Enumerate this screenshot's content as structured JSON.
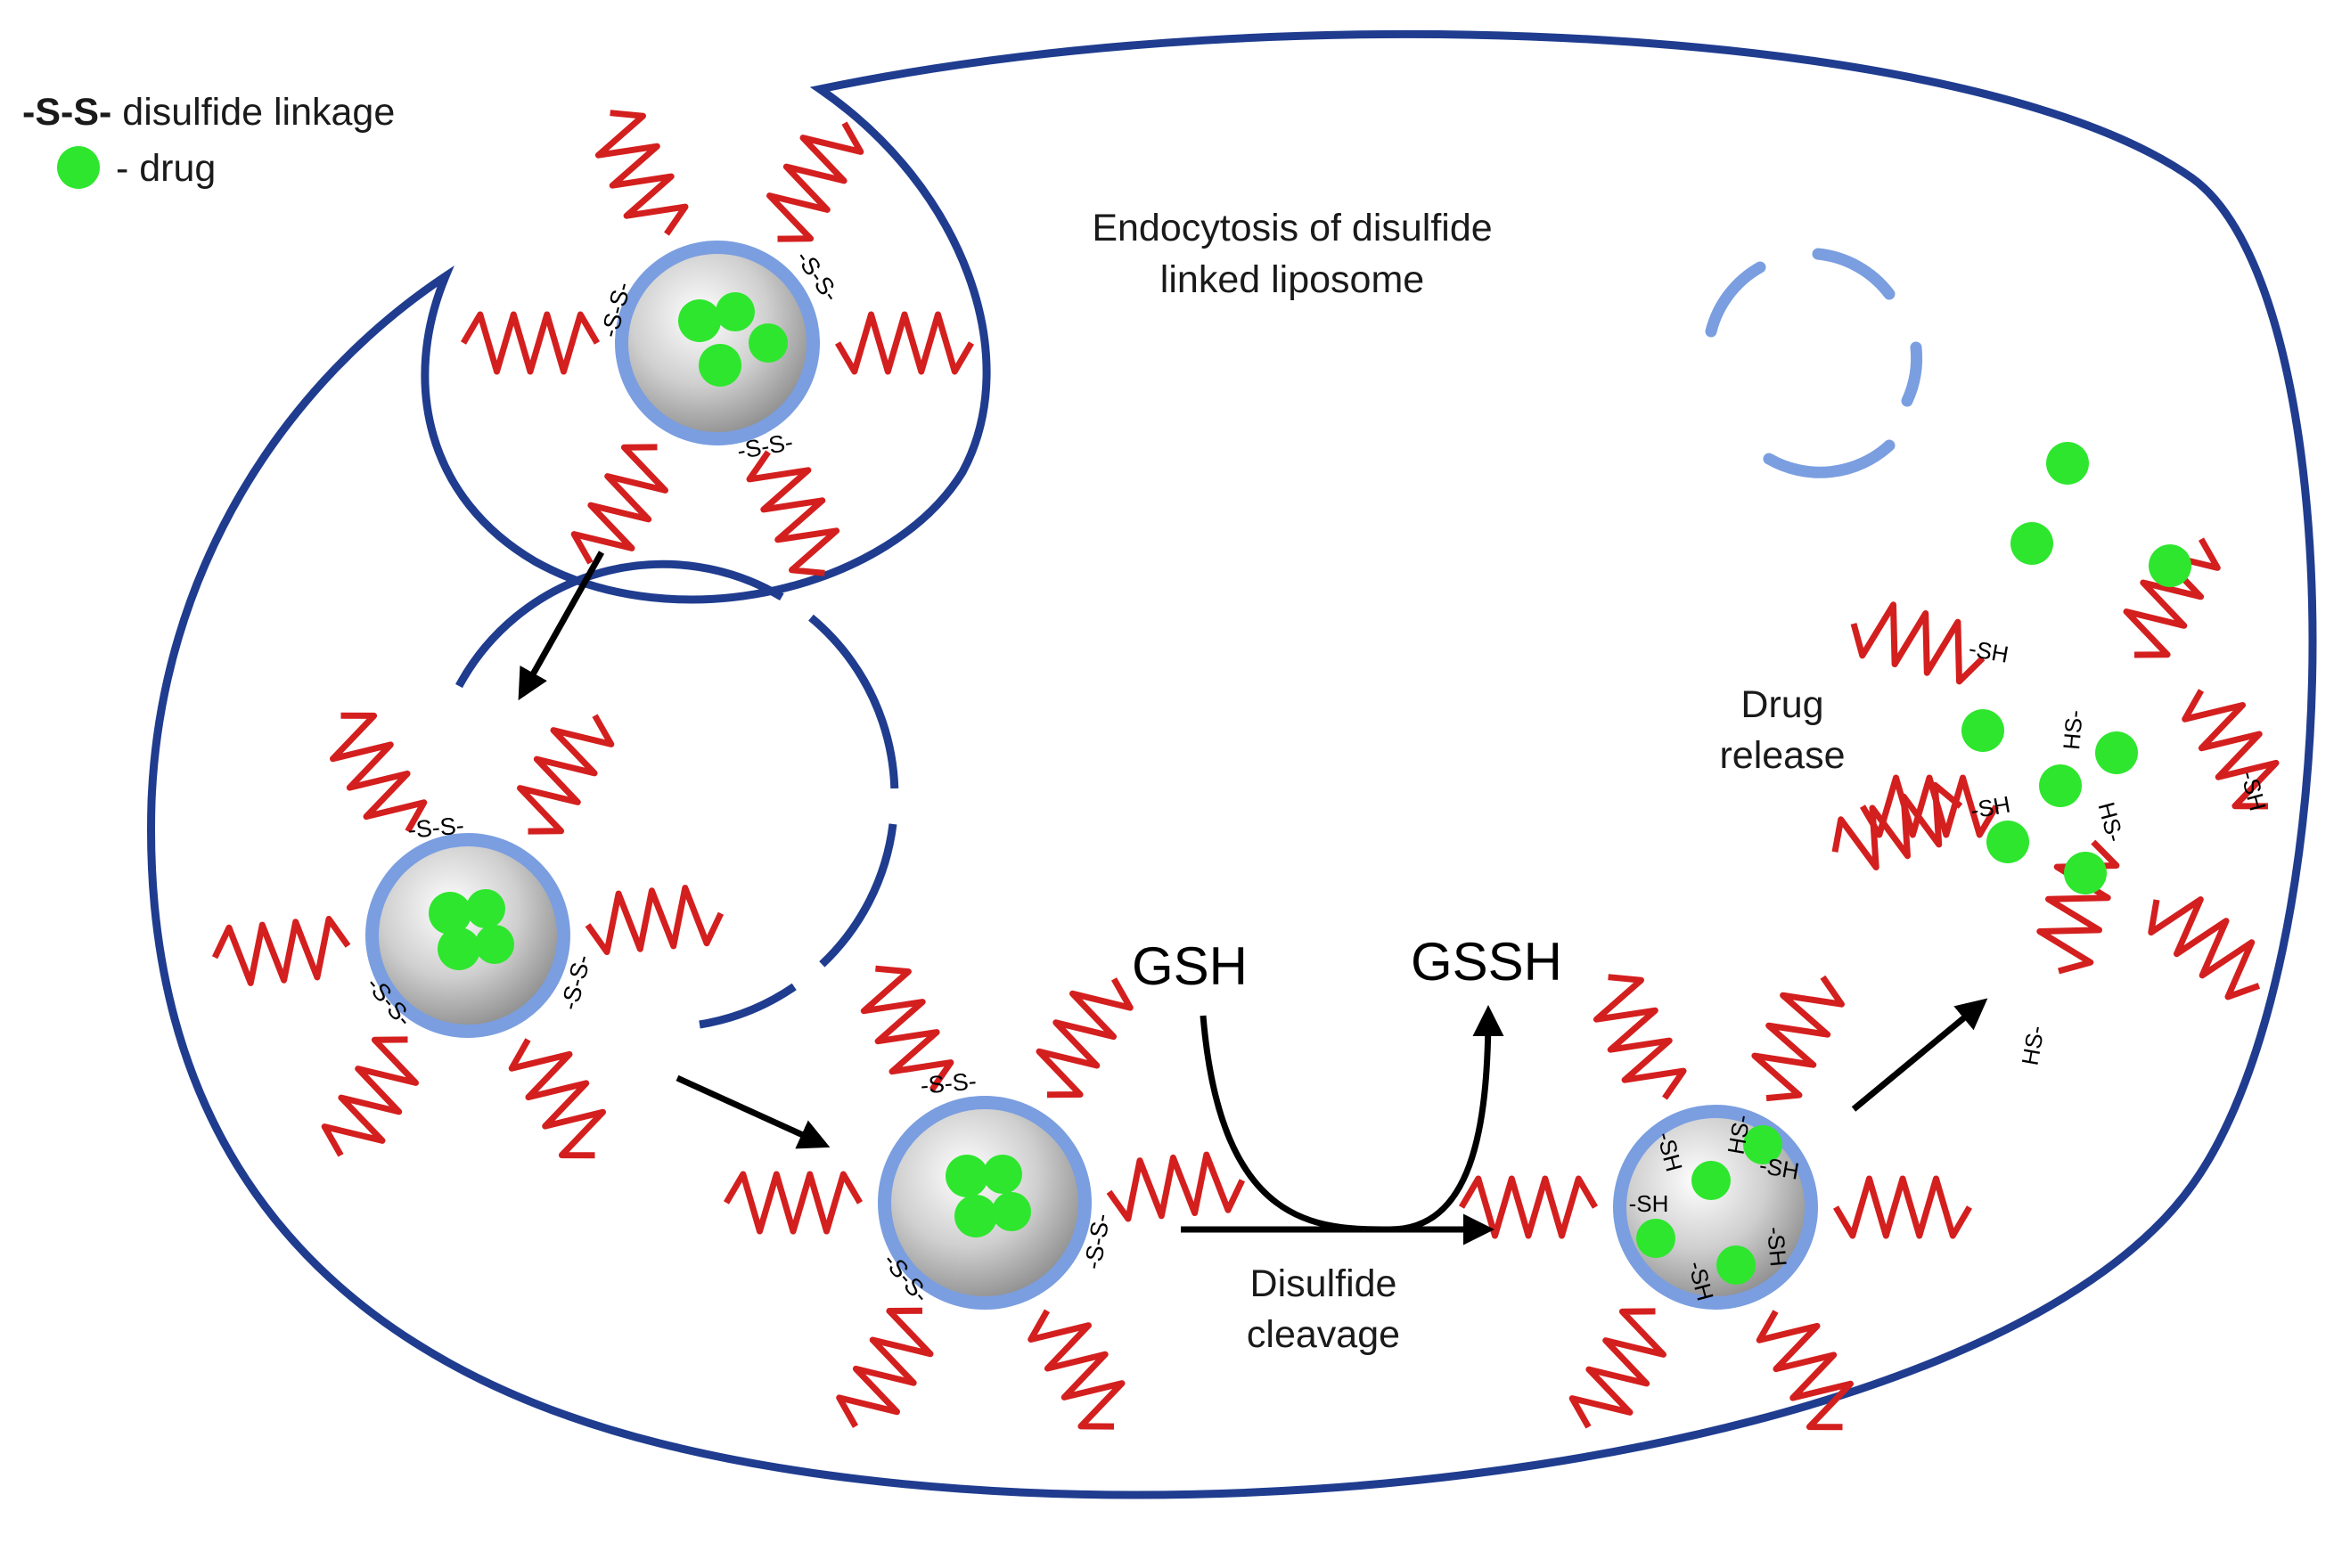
{
  "legend": {
    "symbol_text": "-S-S-",
    "disulfide_text": " disulfide linkage",
    "drug_text": "- drug"
  },
  "labels": {
    "endocytosis_line1": "Endocytosis of disulfide",
    "endocytosis_line2": "linked liposome",
    "gsh": "GSH",
    "gssh": "GSSH",
    "cleavage_line1": "Disulfide",
    "cleavage_line2": "cleavage",
    "release_line1": "Drug",
    "release_line2": "release"
  },
  "bonds": {
    "disulfide": "-S-S-",
    "thiol_sh": "-SH",
    "thiol_hs": "HS-"
  },
  "colors": {
    "cell_membrane": "#1f3c8f",
    "polymer_chain": "#d41f1f",
    "drug": "#2ee62e",
    "liposome_shell": "#7a9ee0",
    "liposome_core": "#b8b8b8",
    "arrow": "#000000"
  }
}
